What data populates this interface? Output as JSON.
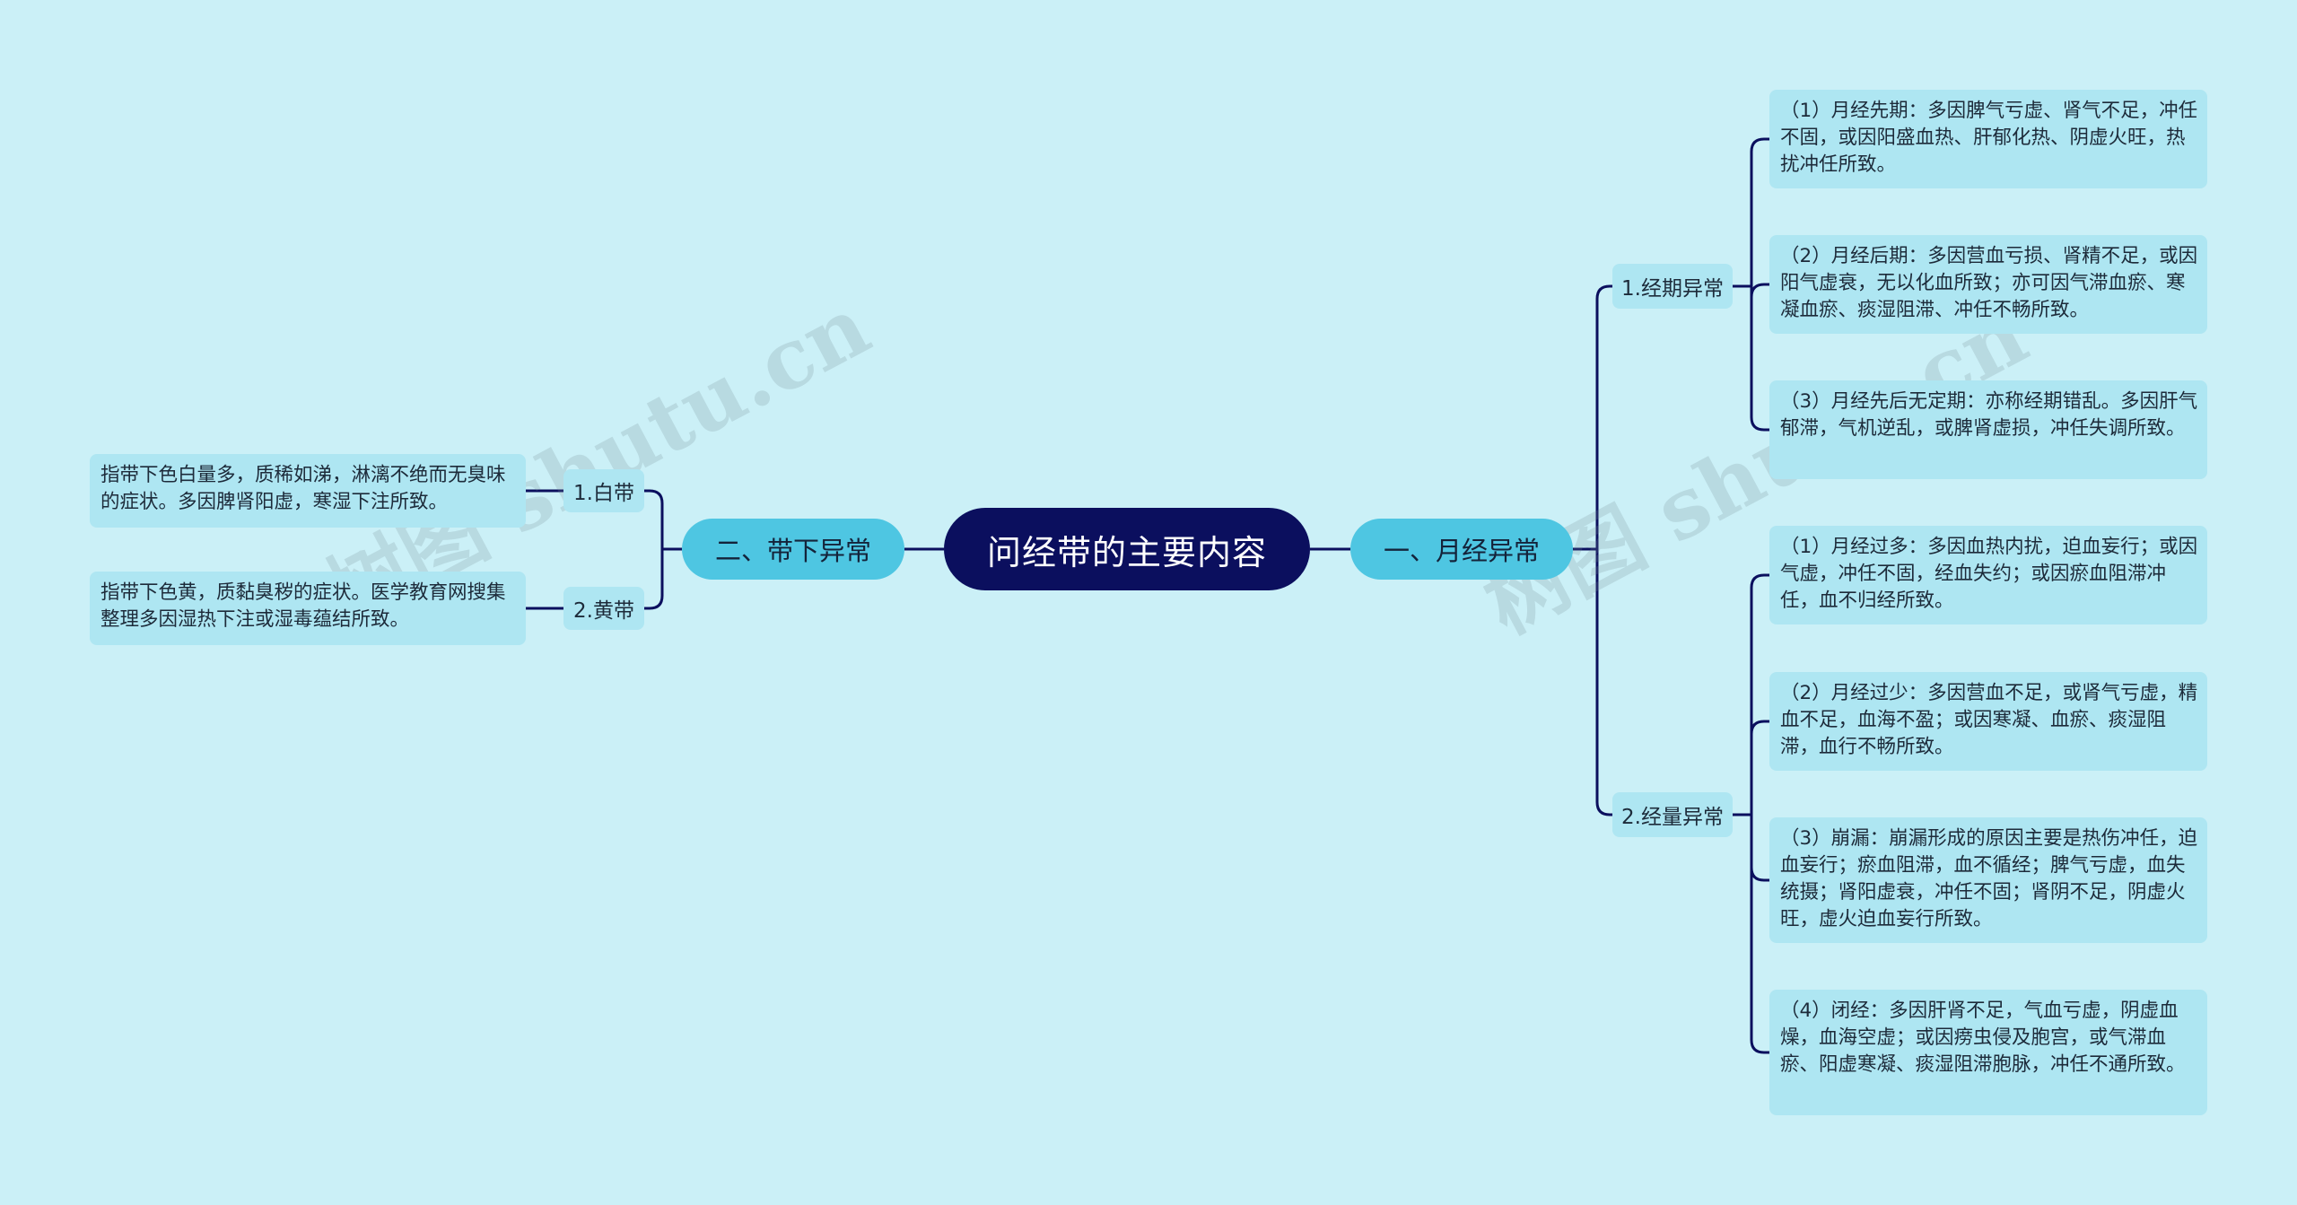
{
  "root": {
    "label": "问经带的主要内容"
  },
  "right": {
    "label": "一、月经异常",
    "groups": [
      {
        "label": "1.经期异常",
        "items": [
          "（1）月经先期：多因脾气亏虚、肾气不足，冲任不固，或因阳盛血热、肝郁化热、阴虚火旺，热扰冲任所致。",
          "（2）月经后期：多因营血亏损、肾精不足，或因阳气虚衰，无以化血所致；亦可因气滞血瘀、寒凝血瘀、痰湿阻滞、冲任不畅所致。",
          "（3）月经先后无定期：亦称经期错乱。多因肝气郁滞，气机逆乱，或脾肾虚损，冲任失调所致。"
        ]
      },
      {
        "label": "2.经量异常",
        "items": [
          "（1）月经过多：多因血热内扰，迫血妄行；或因气虚，冲任不固，经血失约；或因瘀血阻滞冲任，血不归经所致。",
          "（2）月经过少：多因营血不足，或肾气亏虚，精血不足，血海不盈；或因寒凝、血瘀、痰湿阻滞，血行不畅所致。",
          "（3）崩漏：崩漏形成的原因主要是热伤冲任，迫血妄行；瘀血阻滞，血不循经；脾气亏虚，血失统摄；肾阳虚衰，冲任不固；肾阴不足，阴虚火旺，虚火迫血妄行所致。",
          "（4）闭经：多因肝肾不足，气血亏虚，阴虚血燥，血海空虚；或因痨虫侵及胞宫，或气滞血瘀、阳虚寒凝、痰湿阻滞胞脉，冲任不通所致。"
        ]
      }
    ]
  },
  "left": {
    "label": "二、带下异常",
    "groups": [
      {
        "label": "1.白带",
        "items": [
          "指带下色白量多，质稀如涕，淋漓不绝而无臭味的症状。多因脾肾阳虚，寒湿下注所致。"
        ]
      },
      {
        "label": "2.黄带",
        "items": [
          "指带下色黄，质黏臭秽的症状。医学教育网搜集整理多因湿热下注或湿毒蕴结所致。"
        ]
      }
    ]
  },
  "watermarks": [
    "树图 shutu.cn",
    "树图 shutu.cn"
  ],
  "colors": {
    "background": "#cbf0f7",
    "root": "#0b0f5e",
    "main": "#4ec6e2",
    "sub": "#aee6f2",
    "line": "#0b0f5e"
  }
}
